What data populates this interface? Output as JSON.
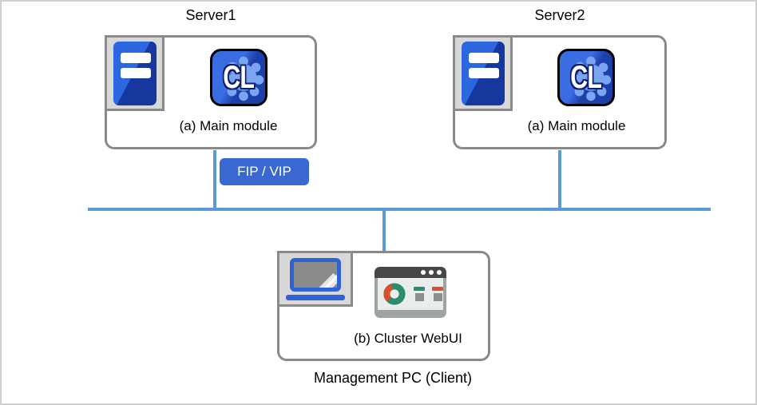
{
  "servers": [
    {
      "title": "Server1",
      "module_label": "(a) Main module",
      "logo_text": "CL"
    },
    {
      "title": "Server2",
      "module_label": "(a) Main module",
      "logo_text": "CL"
    }
  ],
  "network": {
    "fip_vip_label": "FIP / VIP",
    "line_color": "#5b9bd5"
  },
  "management_pc": {
    "module_label": "(b) Cluster WebUI",
    "caption": "Management PC (Client)"
  },
  "icons": {
    "server_tower": "server-tower-icon",
    "cluster_logo": "cluster-logo-icon",
    "laptop": "laptop-icon",
    "browser_dashboard": "browser-dashboard-icon"
  },
  "colors": {
    "box_border": "#8a8a8a",
    "badge_blue": "#3968d1",
    "icon_blue": "#2e62d6",
    "tower_blue_light": "#2c67e0",
    "tower_blue_dark": "#16389e",
    "network_blue": "#5b9bd5",
    "donut_teal": "#2e8c6e",
    "donut_red": "#da502c",
    "browser_titlebar": "#474747"
  }
}
